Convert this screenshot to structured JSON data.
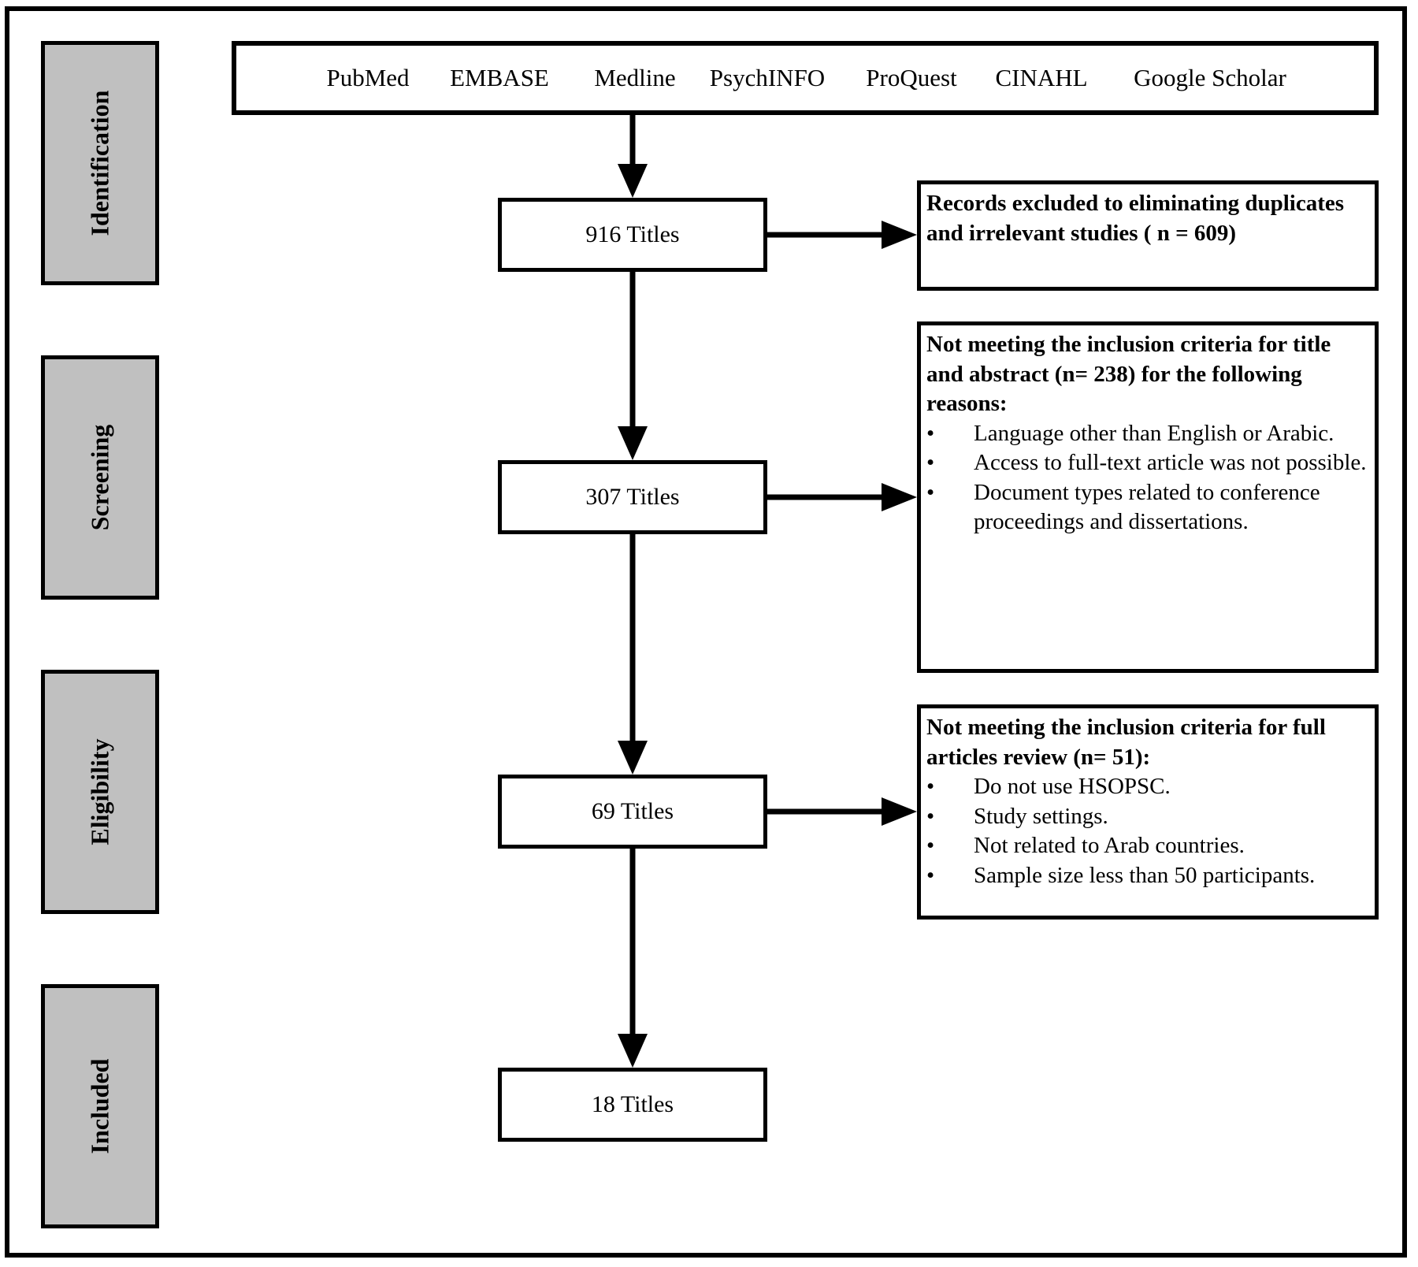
{
  "stages": [
    "Identification",
    "Screening",
    "Eligibility",
    "Included"
  ],
  "sources": [
    "PubMed",
    "EMBASE",
    "Medline",
    "PsychINFO",
    "ProQuest",
    "CINAHL",
    "Google Scholar"
  ],
  "counts": {
    "identified": "916 Titles",
    "screened": "307 Titles",
    "eligible": "69 Titles",
    "included": "18 Titles"
  },
  "exclusions": {
    "duplicates": {
      "heading": "Records excluded to eliminating duplicates and irrelevant studies ( n = 609)"
    },
    "title_abstract": {
      "heading": "Not meeting the inclusion criteria for title and abstract (n= 238) for the following reasons:",
      "reasons": [
        "Language other than English or Arabic.",
        "Access to full-text article was not possible.",
        "Document types related to conference proceedings and dissertations."
      ]
    },
    "full_text": {
      "heading": "Not meeting the inclusion criteria for full articles review (n= 51):",
      "reasons": [
        "Do not use HSOPSC.",
        "Study settings.",
        "Not related to Arab countries.",
        "Sample size less than 50 participants."
      ]
    }
  }
}
